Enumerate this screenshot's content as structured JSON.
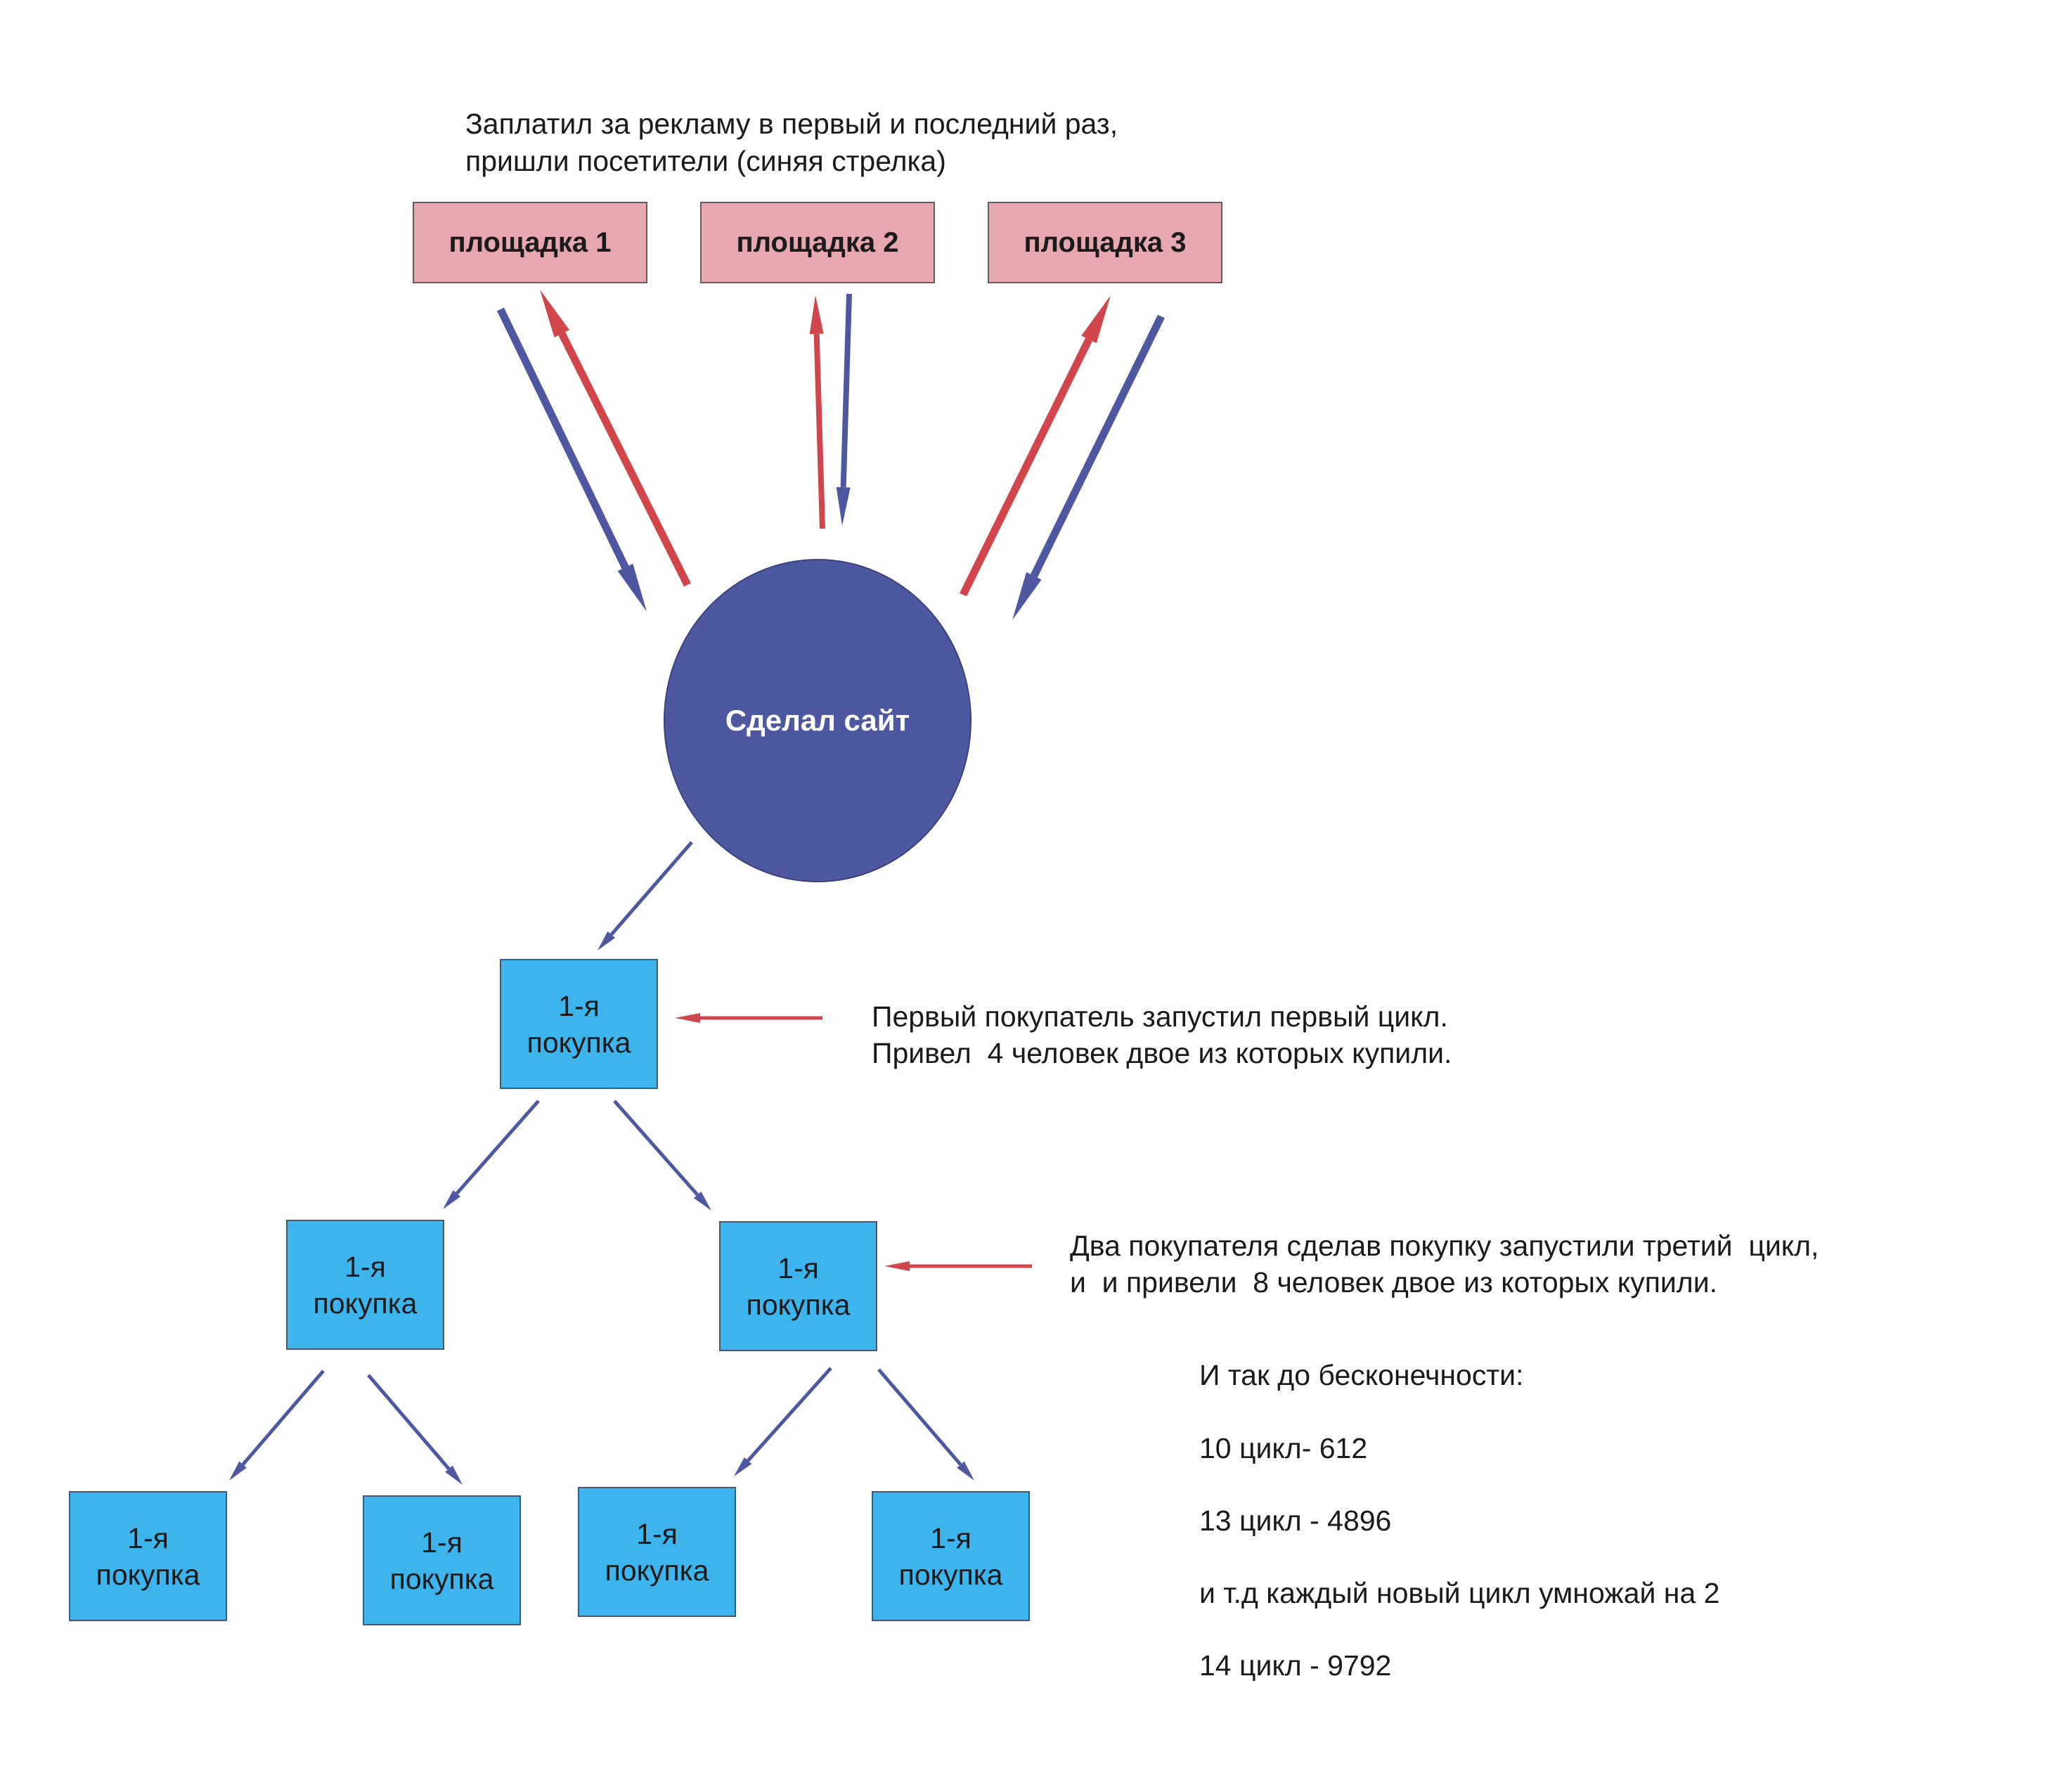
{
  "header_note": {
    "line1": "Заплатил за рекламу в первый и последний раз,",
    "line2": "пришли посетители (синяя стрелка)"
  },
  "platforms": [
    "площадка 1",
    "площадка 2",
    "площадка 3"
  ],
  "site_label": "Сделал сайт",
  "purchase": {
    "line1": "1-я",
    "line2": "покупка"
  },
  "note_first_cycle": {
    "line1": "Первый покупатель запустил первый цикл.",
    "line2": "Привел  4 человек двое из которых купили."
  },
  "note_third_cycle": {
    "line1": "Два покупателя сделав покупку запустили третий  цикл,",
    "line2": "и  и привели  8 человек двое из которых купили."
  },
  "infinity_list": {
    "title": "И так до бесконечности:",
    "items": [
      "10 цикл- 612",
      "13 цикл - 4896",
      "и т.д каждый новый цикл умножай на 2",
      "14 цикл - 9792"
    ]
  },
  "colors": {
    "visitor_arrow": "#4d58a0",
    "return_arrow": "#d0464a",
    "platform_fill": "#e6a8ae",
    "site_fill": "#4d58a0",
    "purchase_fill": "#3eb4ed"
  }
}
